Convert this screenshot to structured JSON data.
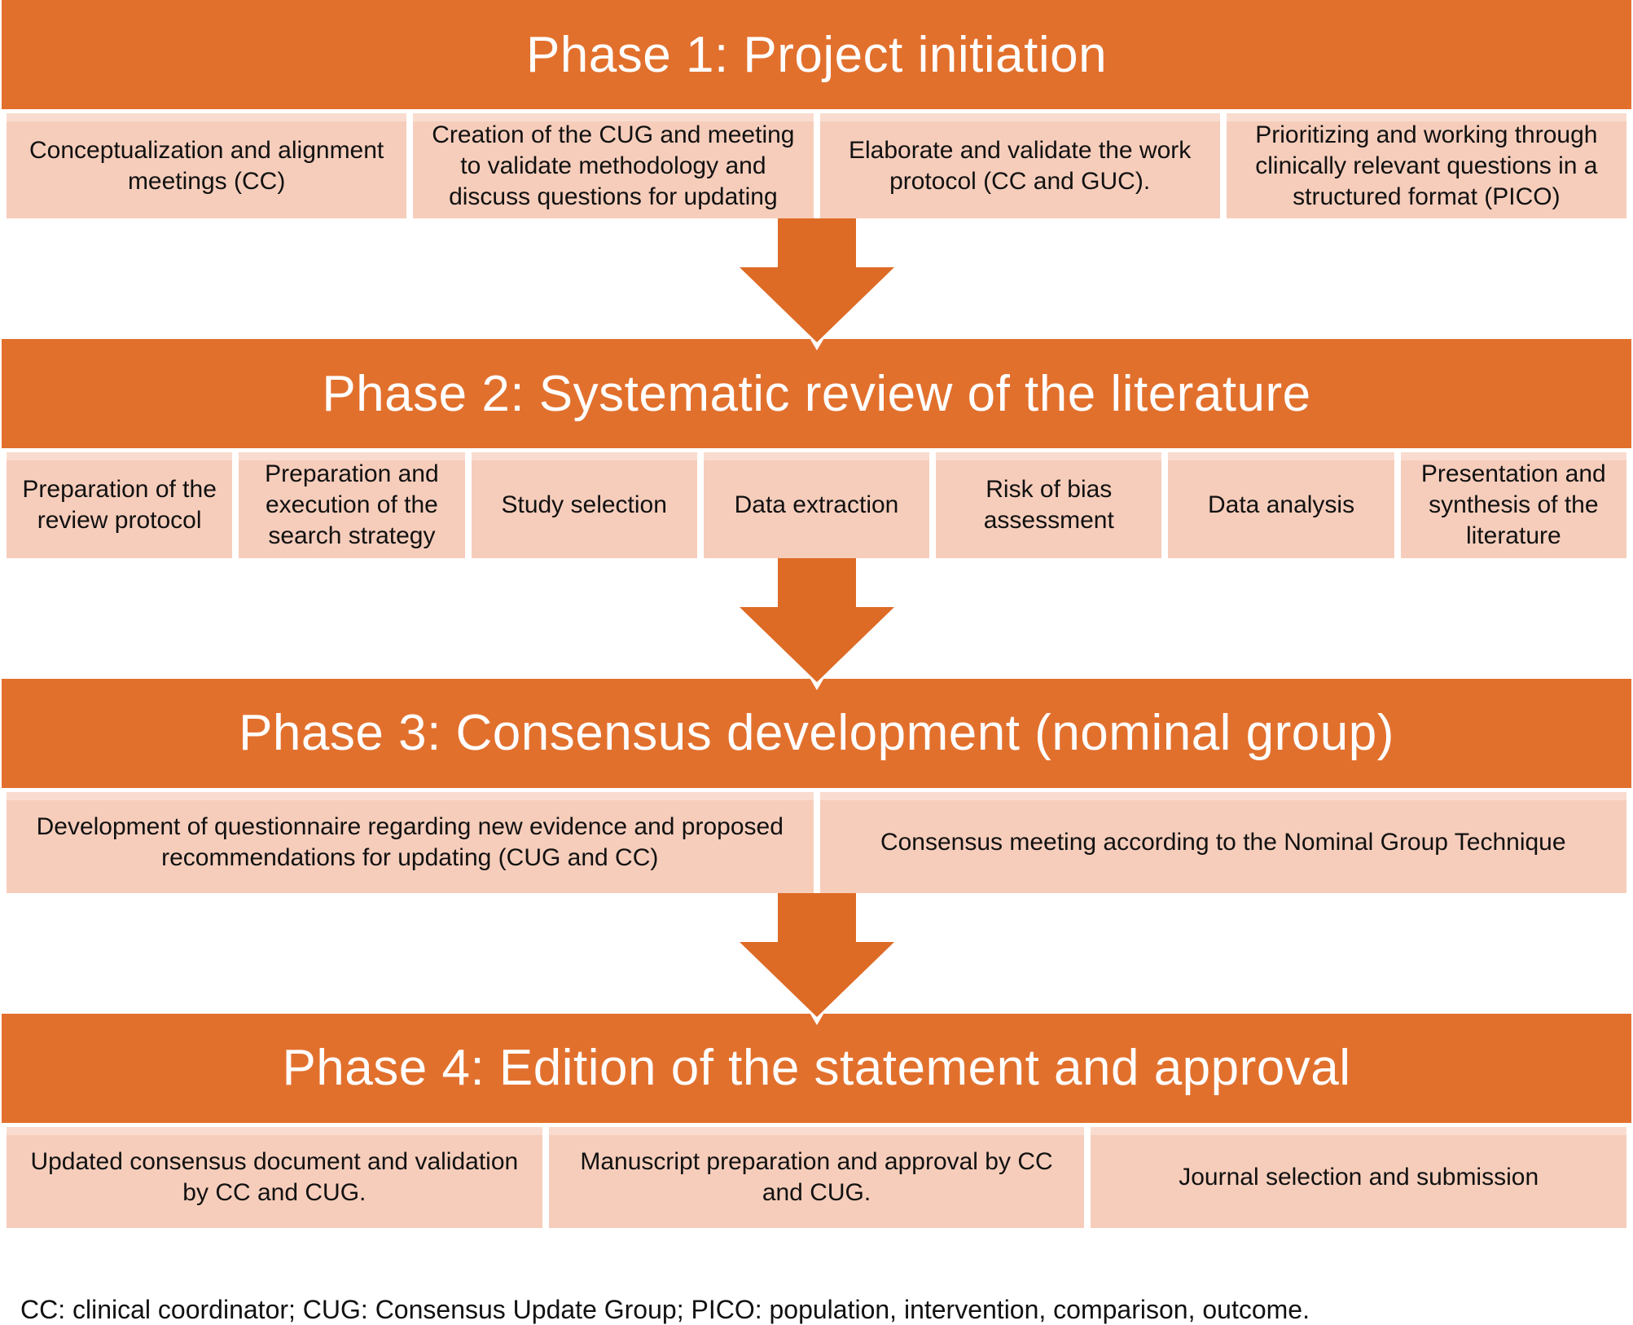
{
  "colors": {
    "phase_header_bg": "#e2702d",
    "arrow": "#dd6b26",
    "step_bg": "#f6cdbb",
    "phase_title_text": "#ffffff",
    "step_text": "#111111",
    "background": "#ffffff"
  },
  "icons": {
    "phase_connector": "down-arrow"
  },
  "phases": [
    {
      "title": "Phase 1: Project initiation",
      "steps": [
        "Conceptualization and alignment meetings (CC)",
        "Creation of the CUG and meeting to validate methodology and discuss questions for updating",
        "Elaborate and validate the work protocol (CC and GUC).",
        "Prioritizing and working through clinically relevant questions in a structured format (PICO)"
      ]
    },
    {
      "title": "Phase 2: Systematic review of the literature",
      "steps": [
        "Preparation of the review protocol",
        "Preparation and execution of the search strategy",
        "Study selection",
        "Data extraction",
        "Risk of bias assessment",
        "Data analysis",
        "Presentation and synthesis of the literature"
      ]
    },
    {
      "title": "Phase 3: Consensus development (nominal group)",
      "steps": [
        "Development of questionnaire regarding new evidence and proposed recommendations for updating (CUG and CC)",
        "Consensus meeting according to the Nominal Group Technique"
      ]
    },
    {
      "title": "Phase 4: Edition of the statement and approval",
      "steps": [
        "Updated consensus document and validation by CC and CUG.",
        "Manuscript preparation and approval by CC and CUG.",
        "Journal selection and submission"
      ]
    }
  ],
  "footnote": "CC: clinical coordinator; CUG: Consensus Update Group; PICO: population, intervention, comparison, outcome."
}
